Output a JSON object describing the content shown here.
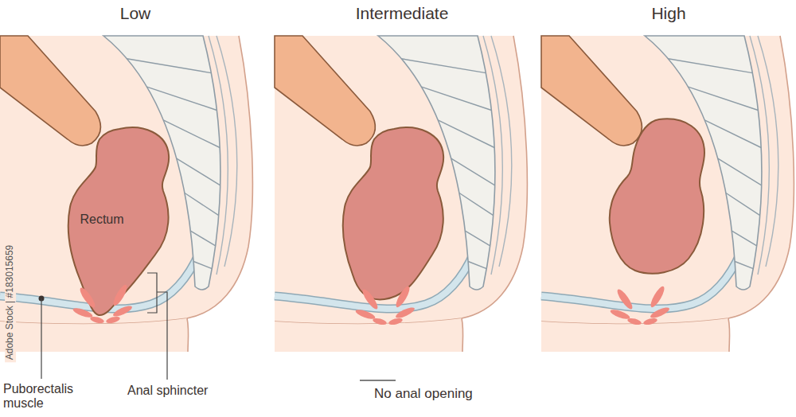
{
  "diagram": {
    "nodes": [
      {
        "text": [
          "No anal opening"
        ]
      }
    ],
    "labels": [
      "Low",
      "Intermediate",
      "High",
      "Rectum",
      "Puborectalis muscle",
      "Anal sphincter",
      "Adobe Stock | #183015659"
    ]
  }
}
